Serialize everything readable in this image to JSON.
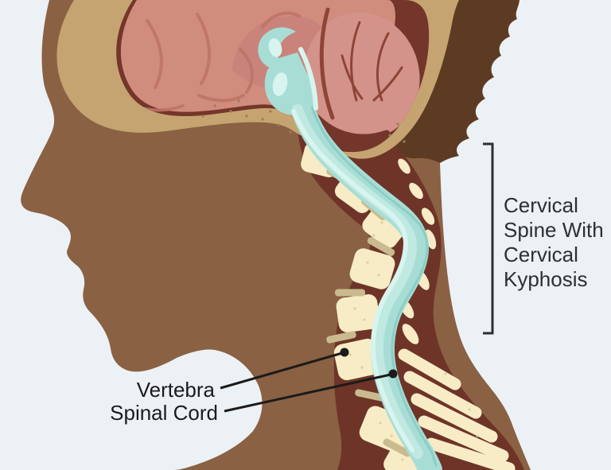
{
  "annotations": {
    "bracket_label_lines": [
      "Cervical",
      "Spine With",
      "Cervical",
      "Kyphosis"
    ],
    "label_vertebra": "Vertebra",
    "label_spinal_cord": "Spinal Cord"
  },
  "colors": {
    "background": "#ECF1F6",
    "skin": "#8A6143",
    "hair": "#5D3B22",
    "skull_bone": "#C5A471",
    "skull_cavity": "#74352A",
    "brain": "#D08D7D",
    "brain_inner_shade": "#C9837B",
    "cerebellum": "#D3938B",
    "spine_canal": "#6E3428",
    "vertebra": "#F7ECC6",
    "disc": "#C9BB8F",
    "spinal_cord": "#A8DDD6",
    "spinal_cord_highlight": "#D8F4EE",
    "annotation_text": "#2F2F2F",
    "leader_line": "#1B1B1B"
  }
}
